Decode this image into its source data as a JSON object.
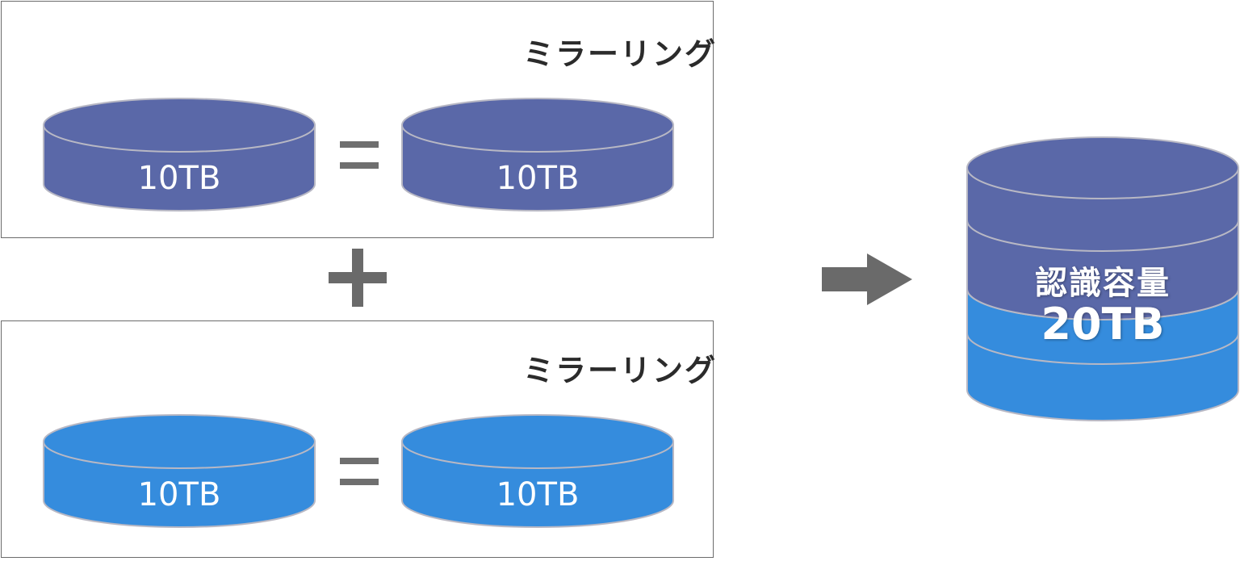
{
  "colors": {
    "disk_purple": "#5a68a8",
    "disk_blue": "#358cdd",
    "disk_outline": "#b8b8c4",
    "frame": "#6b6b6b",
    "operator": "#6a6a6a",
    "arrow": "#6a6a6a"
  },
  "top_group": {
    "title": "ミラーリング",
    "disk_left": "10TB",
    "disk_right": "10TB"
  },
  "bottom_group": {
    "title": "ミラーリング",
    "disk_left": "10TB",
    "disk_right": "10TB"
  },
  "result": {
    "caption": "認識容量",
    "value": "20TB"
  },
  "icons": {
    "plus": "plus-icon",
    "equals": "equals-icon",
    "arrow": "arrow-right-icon"
  }
}
